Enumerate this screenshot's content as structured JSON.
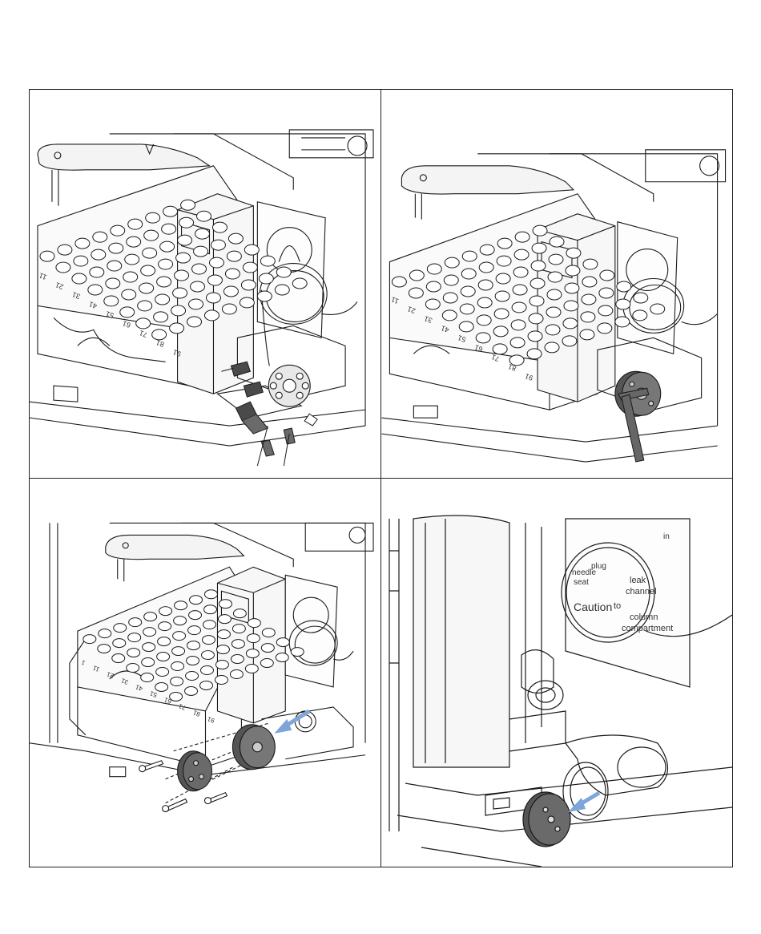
{
  "figure": {
    "panels": [
      {
        "id": "remove-capillaries",
        "tray_labels": [
          "11",
          "21",
          "31",
          "41",
          "51",
          "61",
          "71",
          "81",
          "91"
        ]
      },
      {
        "id": "loosen-screws-hex-key",
        "tray_labels": [
          "11",
          "21",
          "31",
          "41",
          "51",
          "61",
          "71",
          "81",
          "91"
        ]
      },
      {
        "id": "remove-stator-head",
        "tray_labels": [
          "1",
          "11",
          "21",
          "31",
          "41",
          "51",
          "61",
          "71",
          "81",
          "91"
        ]
      },
      {
        "id": "remove-stator-face-and-ring",
        "label_text": {
          "label_1": "Caution",
          "label_2": "leak",
          "label_3": "channel",
          "label_4": "to",
          "label_5": "column",
          "label_6": "compartment",
          "label_7": "needle",
          "label_8": "seat",
          "label_9": "plug",
          "label_10": "in"
        }
      }
    ],
    "colors": {
      "line": "#1a1a1a",
      "part_dark": "#4a4a4a",
      "part_mid": "#8a8a8a",
      "arrow": "#7fa6d8"
    }
  }
}
